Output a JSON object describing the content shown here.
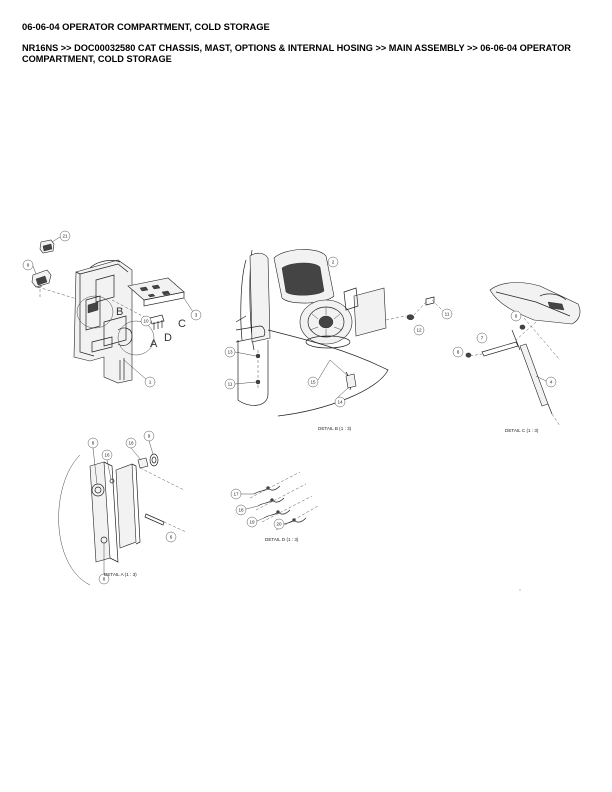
{
  "header": {
    "title": "06-06-04 OPERATOR COMPARTMENT, COLD STORAGE",
    "breadcrumb": "NR16NS >> DOC00032580 CAT CHASSIS, MAST, OPTIONS & INTERNAL HOSING >> MAIN ASSEMBLY >> 06-06-04 OPERATOR COMPARTMENT, COLD STORAGE"
  },
  "drawing": {
    "detail_labels": {
      "a": "DETAIL A  (1 : 3)",
      "b": "DETAIL B  (1 : 3)",
      "c": "DETAIL C  (1 : 3)",
      "d": "DETAIL D  (1 : 3)"
    },
    "view_letters": {
      "a": "A",
      "b": "B",
      "c": "C",
      "d": "D"
    },
    "callouts": {
      "c1": "1",
      "c2": "2",
      "c3": "3",
      "c4": "4",
      "c6": "6",
      "c7": "7",
      "c8": "8",
      "c9": "9",
      "c10": "10",
      "c11": "11",
      "c12": "12",
      "c13": "13",
      "c14": "14",
      "c15": "15",
      "c16": "16",
      "c17": "17",
      "c18": "18",
      "c19": "19",
      "c20": "20",
      "c21": "21"
    }
  }
}
